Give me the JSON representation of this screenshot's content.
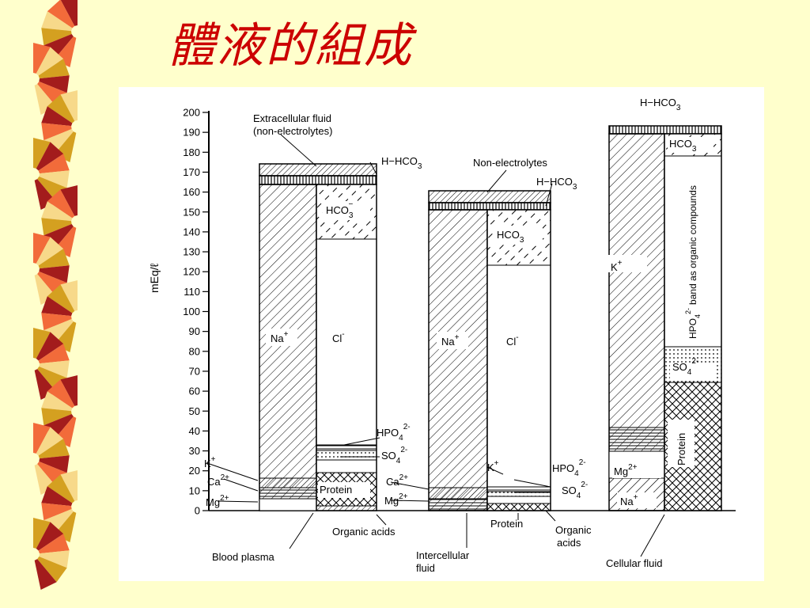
{
  "title": "體液的組成",
  "colors": {
    "background": "#FFFFCC",
    "title": "#CC0000",
    "stripe_red": "#A31C1C",
    "stripe_orange": "#F26B3A",
    "stripe_gold": "#D4A020",
    "stripe_light": "#F7D98A"
  },
  "figure": {
    "y_axis": {
      "label": "mEq/ℓ",
      "ticks": [
        "0",
        "10",
        "20",
        "30",
        "40",
        "50",
        "60",
        "70",
        "80",
        "90",
        "100",
        "110",
        "120",
        "130",
        "140",
        "150",
        "160",
        "170",
        "180",
        "190",
        "200"
      ]
    },
    "extracellular_fluid_label": "Extracellular fluid",
    "non_electrolytes_label": "(non-electrolytes)",
    "non_electrolytes_label_2": "Non-electrolytes",
    "ions": {
      "h_hco3": "H−HCO",
      "hco3": "HCO",
      "na": "Na",
      "cl": "Cl",
      "k": "K",
      "ca": "Ca",
      "mg": "Mg",
      "hpo4": "HPO",
      "so4": "SO",
      "protein": "Protein",
      "organic_acids": "Organic acids",
      "organic": "Organic",
      "acids": "acids",
      "hpo4_band_note": "band as organic compounds"
    },
    "compartments": {
      "blood_plasma": "Blood plasma",
      "intercellular_1": "Intercellular",
      "intercellular_2": "fluid",
      "cellular": "Cellular fluid"
    }
  }
}
